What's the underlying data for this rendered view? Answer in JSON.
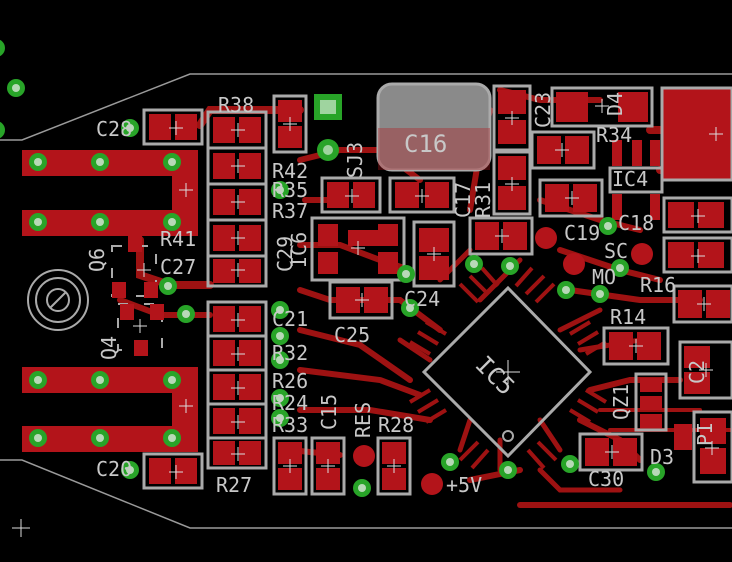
{
  "canvas": {
    "background": "#000000",
    "colors": {
      "copper_top": "#9e1212",
      "pad": "#b3141a",
      "silkscreen": "#aaaaaa",
      "via": "#28a428",
      "label": "#c8c8c8",
      "tplace": "#8a8a8a"
    }
  },
  "components": [
    {
      "name": "R38",
      "label": "R38"
    },
    {
      "name": "C28",
      "label": "C28"
    },
    {
      "name": "R42",
      "label": "R42"
    },
    {
      "name": "R35",
      "label": "R35"
    },
    {
      "name": "R37",
      "label": "R37"
    },
    {
      "name": "R41",
      "label": "R41"
    },
    {
      "name": "C27",
      "label": "C27"
    },
    {
      "name": "Q6",
      "label": "Q6"
    },
    {
      "name": "Q4",
      "label": "Q4"
    },
    {
      "name": "C29",
      "label": "C29"
    },
    {
      "name": "IC6",
      "label": "IC6"
    },
    {
      "name": "SJ3",
      "label": "SJ3"
    },
    {
      "name": "C16",
      "label": "C16"
    },
    {
      "name": "C23",
      "label": "C23"
    },
    {
      "name": "D4",
      "label": "D4"
    },
    {
      "name": "R34",
      "label": "R34"
    },
    {
      "name": "IC4",
      "label": "IC4"
    },
    {
      "name": "R31",
      "label": "R31"
    },
    {
      "name": "C17",
      "label": "C17"
    },
    {
      "name": "C18",
      "label": "C18"
    },
    {
      "name": "C19",
      "label": "C19"
    },
    {
      "name": "SC",
      "label": "SC"
    },
    {
      "name": "MO",
      "label": "MO"
    },
    {
      "name": "R16",
      "label": "R16"
    },
    {
      "name": "C24",
      "label": "C24"
    },
    {
      "name": "C25",
      "label": "C25"
    },
    {
      "name": "C21",
      "label": "C21"
    },
    {
      "name": "R32",
      "label": "R32"
    },
    {
      "name": "R26",
      "label": "R26"
    },
    {
      "name": "R24",
      "label": "R24"
    },
    {
      "name": "R33",
      "label": "R33"
    },
    {
      "name": "C15",
      "label": "C15"
    },
    {
      "name": "RES",
      "label": "RES"
    },
    {
      "name": "R28",
      "label": "R28"
    },
    {
      "name": "+5V",
      "label": "+5V"
    },
    {
      "name": "IC5",
      "label": "IC5"
    },
    {
      "name": "R14",
      "label": "R14"
    },
    {
      "name": "QZ1",
      "label": "QZ1"
    },
    {
      "name": "C30",
      "label": "C30"
    },
    {
      "name": "D3",
      "label": "D3"
    },
    {
      "name": "C20",
      "label": "C20"
    },
    {
      "name": "R27",
      "label": "R27"
    },
    {
      "name": "C2",
      "label": "C2"
    },
    {
      "name": "PI",
      "label": "PI"
    }
  ]
}
